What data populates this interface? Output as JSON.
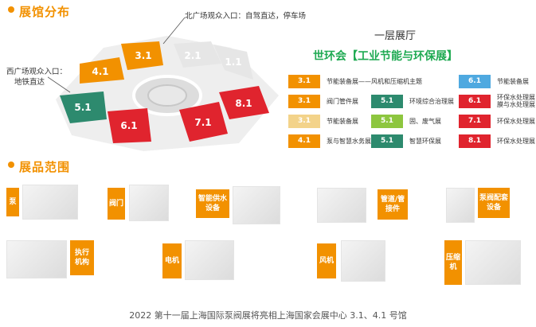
{
  "sections": {
    "halls_title": "展馆分布",
    "products_title": "展品范围"
  },
  "map": {
    "north_entrance": "北广场观众入口：自驾直达，停车场",
    "west_entrance_line1": "西广场观众入口：",
    "west_entrance_line2": "地铁直达",
    "hall_labels": [
      "2.1",
      "1.1",
      "3.1",
      "4.1",
      "5.1",
      "6.1",
      "7.1",
      "8.1"
    ]
  },
  "legend": {
    "floor_title": "一层展厅",
    "fair_title": "世环会【工业节能与环保展】",
    "items": [
      {
        "badge": "3.1",
        "label": "节能装备展——风机和压缩机主题",
        "color": "#f29100"
      },
      {
        "badge": "6.1",
        "label": "节能装备展",
        "color": "#4fa9e0"
      },
      {
        "badge": "3.1",
        "label": "阀门管件展",
        "color": "#f29100"
      },
      {
        "badge": "5.1",
        "label": "环境综合治理展",
        "color": "#2d8a6e"
      },
      {
        "badge": "6.1",
        "label": "环保水处理展|膜与水处理展",
        "color": "#e0242e"
      },
      {
        "badge": "3.1",
        "label": "节能装备展",
        "color": "#f3d38a"
      },
      {
        "badge": "5.1",
        "label": "固、废气展",
        "color": "#8dc63f"
      },
      {
        "badge": "7.1",
        "label": "环保水处理展",
        "color": "#e0242e"
      },
      {
        "badge": "4.1",
        "label": "泵与智慧水务展",
        "color": "#f29100"
      },
      {
        "badge": "5.1",
        "label": "智慧环保展",
        "color": "#2d8a6e"
      },
      {
        "badge": "8.1",
        "label": "环保水处理展",
        "color": "#e0242e"
      }
    ]
  },
  "products": {
    "pump": "泵",
    "valve": "阀门",
    "water_supply": "智能供水设备",
    "pipe": "管道/管接件",
    "control": "泵阀配套设备",
    "actuator": "执行机构",
    "motor": "电机",
    "fan": "风机",
    "compressor": "压缩机"
  },
  "caption": "2022 第十一届上海国际泵阀展将亮相上海国家会展中心 3.1、4.1 号馆"
}
